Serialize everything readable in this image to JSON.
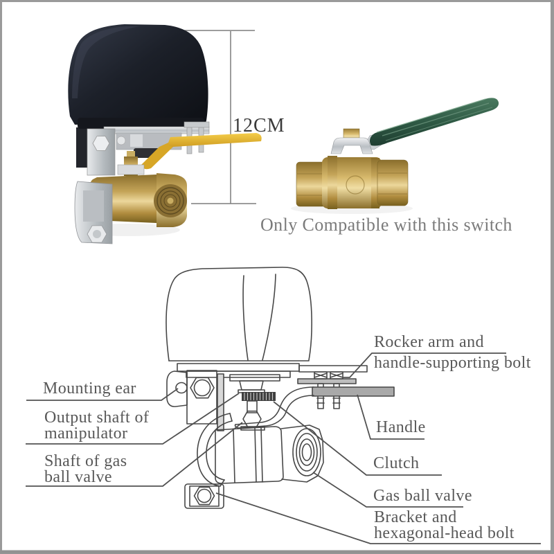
{
  "top_left_photo": {
    "dimension_label": "12CM"
  },
  "top_right_photo": {
    "caption": "Only Compatible with this switch"
  },
  "diagram_labels": {
    "mounting_ear": "Mounting ear",
    "output_shaft": [
      "Output shaft of",
      "manipulator"
    ],
    "shaft_of_gas": [
      "Shaft of gas",
      "ball valve"
    ],
    "rocker_arm": [
      "Rocker arm and",
      "handle-supporting bolt"
    ],
    "handle": "Handle",
    "clutch": "Clutch",
    "gas_ball_valve": "Gas ball valve",
    "bracket": [
      "Bracket and",
      "hexagonal-head bolt"
    ]
  },
  "colors": {
    "frame": "#9a9a9a",
    "line_art": "#474747",
    "label_text": "#585858",
    "caption_text": "#7b7b7b",
    "dimension_text": "#3a3a3a",
    "actuator_black": "#1c2029",
    "brass": "#c4a458",
    "yellow_handle": "#e3b32f",
    "green_handle": "#2f5a45",
    "chrome": "#c9cdd1"
  }
}
